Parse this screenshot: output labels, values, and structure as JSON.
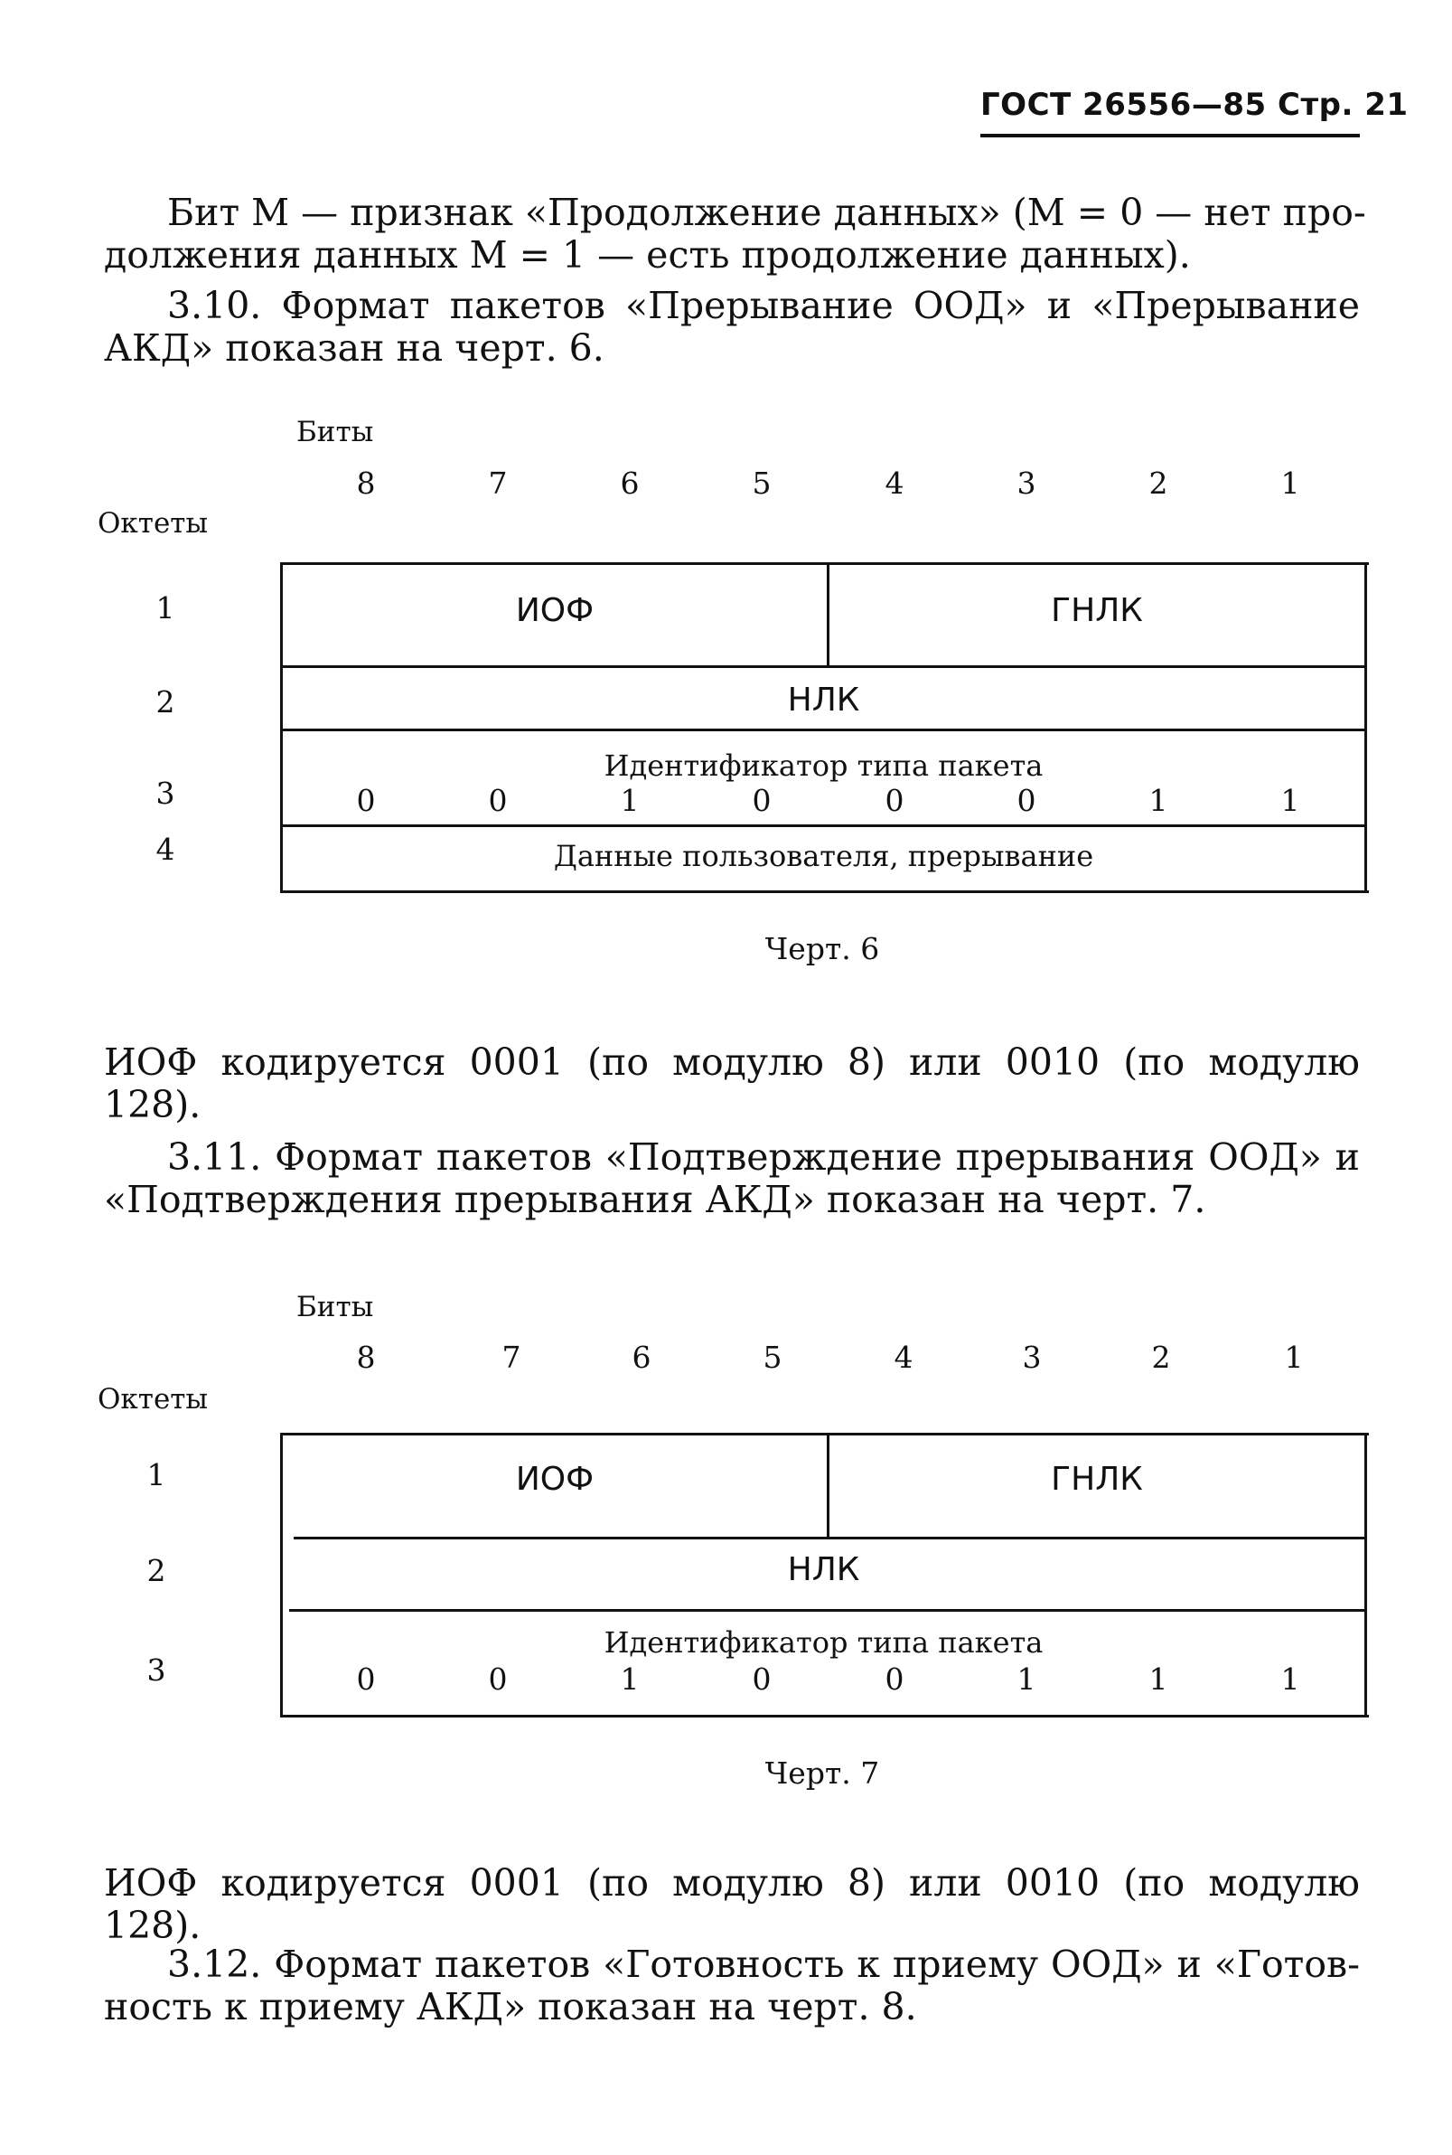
{
  "header": {
    "gost": "ГОСТ 26556—85",
    "page": "Стр. 21"
  },
  "intro": {
    "lines": [
      "Бит М — признак «Продолжение данных» (М = 0 — нет про-",
      "должения данных М = 1 — есть продолжение данных)."
    ]
  },
  "section_3_10": {
    "lines": [
      "3.10. Формат пакетов «Прерывание ООД» и «Прерывание",
      "АКД» показан на черт. 6."
    ]
  },
  "figure6": {
    "bits_label": "Биты",
    "octets_label": "Октеты",
    "bit_numbers": [
      "8",
      "7",
      "6",
      "5",
      "4",
      "3",
      "2",
      "1"
    ],
    "octet_numbers": [
      "1",
      "2",
      "3",
      "4"
    ],
    "row1_left": "ИОФ",
    "row1_right": "ГНЛК",
    "row2": "НЛК",
    "row3_title": "Идентификатор типа пакета",
    "row3_bits": [
      "0",
      "0",
      "1",
      "0",
      "0",
      "0",
      "1",
      "1"
    ],
    "row4": "Данные пользователя, прерывание",
    "caption": "Черт. 6"
  },
  "after6": {
    "lines": [
      "ИОФ кодируется 0001 (по модулю 8) или 0010 (по модулю",
      "128)."
    ]
  },
  "section_3_11": {
    "lines": [
      "3.11. Формат пакетов «Подтверждение прерывания ООД» и",
      "«Подтверждения прерывания АКД» показан на черт. 7."
    ]
  },
  "figure7": {
    "bits_label": "Биты",
    "octets_label": "Октеты",
    "bit_numbers": [
      "8",
      "7",
      "6",
      "5",
      "4",
      "3",
      "2",
      "1"
    ],
    "octet_numbers": [
      "1",
      "2",
      "3"
    ],
    "row1_left": "ИОФ",
    "row1_right": "ГНЛК",
    "row2": "НЛК",
    "row3_title": "Идентификатор типа пакета",
    "row3_bits": [
      "0",
      "0",
      "1",
      "0",
      "0",
      "1",
      "1",
      "1"
    ],
    "caption": "Черт. 7"
  },
  "after7": {
    "lines": [
      "ИОФ кодируется 0001 (по модулю 8) или 0010 (по модулю",
      "128)."
    ]
  },
  "section_3_12": {
    "lines": [
      "3.12. Формат пакетов «Готовность к приему ООД» и «Готов-",
      "ность к приему АКД» показан на черт. 8."
    ]
  }
}
